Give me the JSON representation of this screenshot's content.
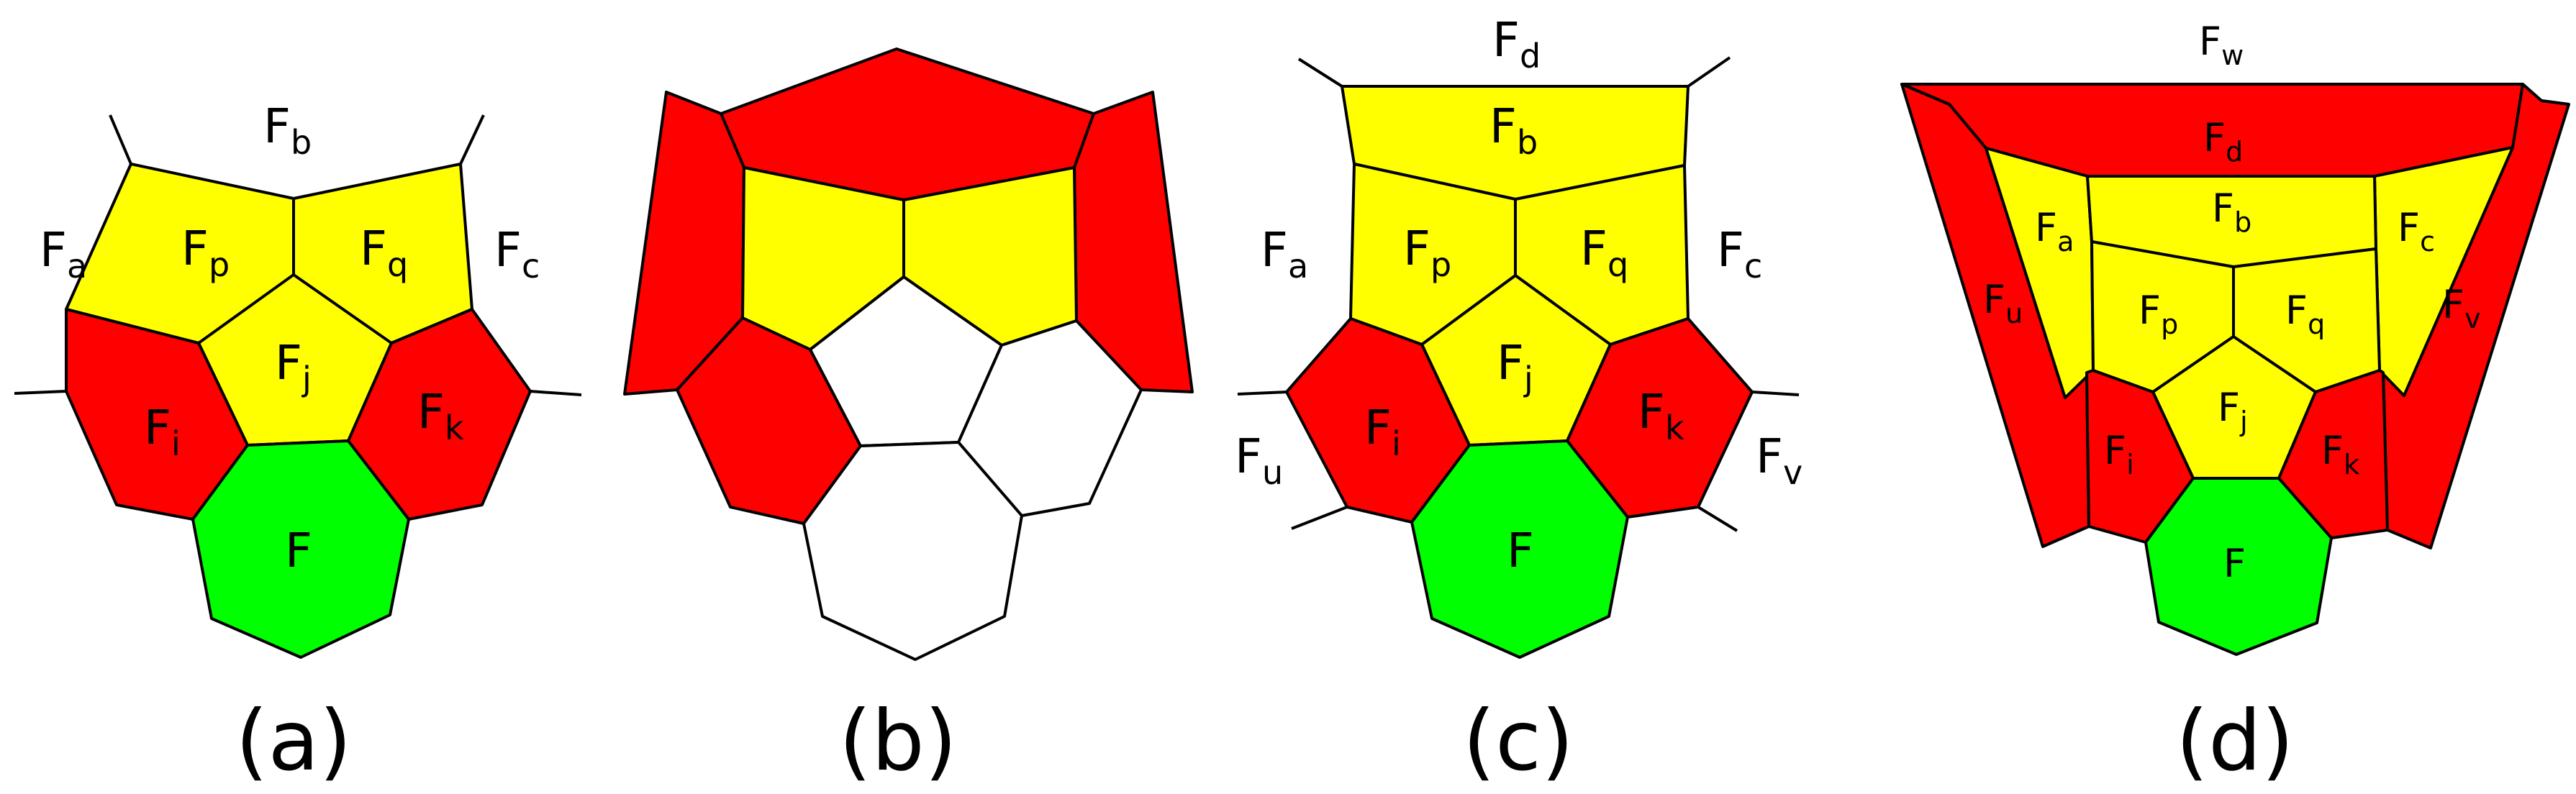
{
  "colors": {
    "red": "#ff0000",
    "yellow": "#ffff00",
    "green": "#00ff00",
    "white": "#ffffff",
    "line": "#000000"
  },
  "panels": {
    "a": {
      "caption": "(a)",
      "labels": {
        "F_b": {
          "base": "F",
          "sub": "b"
        },
        "F_a": {
          "base": "F",
          "sub": "a"
        },
        "F_c": {
          "base": "F",
          "sub": "c"
        },
        "F_p": {
          "base": "F",
          "sub": "p"
        },
        "F_q": {
          "base": "F",
          "sub": "q"
        },
        "F_j": {
          "base": "F",
          "sub": "j"
        },
        "F_i": {
          "base": "F",
          "sub": "i"
        },
        "F_k": {
          "base": "F",
          "sub": "k"
        },
        "F": {
          "base": "F",
          "sub": ""
        }
      }
    },
    "b": {
      "caption": "(b)"
    },
    "c": {
      "caption": "(c)",
      "labels": {
        "F_d": {
          "base": "F",
          "sub": "d"
        },
        "F_b": {
          "base": "F",
          "sub": "b"
        },
        "F_a": {
          "base": "F",
          "sub": "a"
        },
        "F_c": {
          "base": "F",
          "sub": "c"
        },
        "F_p": {
          "base": "F",
          "sub": "p"
        },
        "F_q": {
          "base": "F",
          "sub": "q"
        },
        "F_j": {
          "base": "F",
          "sub": "j"
        },
        "F_i": {
          "base": "F",
          "sub": "i"
        },
        "F_k": {
          "base": "F",
          "sub": "k"
        },
        "F_u": {
          "base": "F",
          "sub": "u"
        },
        "F_v": {
          "base": "F",
          "sub": "v"
        },
        "F": {
          "base": "F",
          "sub": ""
        }
      }
    },
    "d": {
      "caption": "(d)",
      "labels": {
        "F_w": {
          "base": "F",
          "sub": "w"
        },
        "F_d": {
          "base": "F",
          "sub": "d"
        },
        "F_b": {
          "base": "F",
          "sub": "b"
        },
        "F_a": {
          "base": "F",
          "sub": "a"
        },
        "F_c": {
          "base": "F",
          "sub": "c"
        },
        "F_u": {
          "base": "F",
          "sub": "u"
        },
        "F_v": {
          "base": "F",
          "sub": "v"
        },
        "F_p": {
          "base": "F",
          "sub": "p"
        },
        "F_q": {
          "base": "F",
          "sub": "q"
        },
        "F_j": {
          "base": "F",
          "sub": "j"
        },
        "F_i": {
          "base": "F",
          "sub": "i"
        },
        "F_k": {
          "base": "F",
          "sub": "k"
        },
        "F": {
          "base": "F",
          "sub": ""
        }
      }
    }
  }
}
